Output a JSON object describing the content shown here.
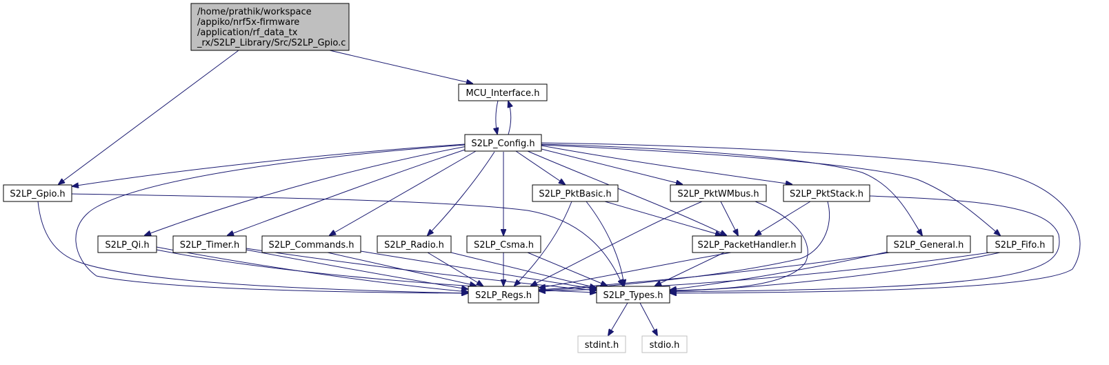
{
  "diagram": {
    "root": {
      "id": "root",
      "lines": [
        "/home/prathik/workspace",
        "/appiko/nrf5x-firmware",
        "/application/rf_data_tx",
        "_rx/S2LP_Library/Src/S2LP_Gpio.c"
      ]
    },
    "nodes": [
      {
        "id": "mcu",
        "label": "MCU_Interface.h"
      },
      {
        "id": "config",
        "label": "S2LP_Config.h"
      },
      {
        "id": "gpio",
        "label": "S2LP_Gpio.h"
      },
      {
        "id": "pktbasic",
        "label": "S2LP_PktBasic.h"
      },
      {
        "id": "pktwmbus",
        "label": "S2LP_PktWMbus.h"
      },
      {
        "id": "pktstack",
        "label": "S2LP_PktStack.h"
      },
      {
        "id": "qi",
        "label": "S2LP_Qi.h"
      },
      {
        "id": "timer",
        "label": "S2LP_Timer.h"
      },
      {
        "id": "commands",
        "label": "S2LP_Commands.h"
      },
      {
        "id": "radio",
        "label": "S2LP_Radio.h"
      },
      {
        "id": "csma",
        "label": "S2LP_Csma.h"
      },
      {
        "id": "packethandler",
        "label": "S2LP_PacketHandler.h"
      },
      {
        "id": "general",
        "label": "S2LP_General.h"
      },
      {
        "id": "fifo",
        "label": "S2LP_Fifo.h"
      },
      {
        "id": "regs",
        "label": "S2LP_Regs.h"
      },
      {
        "id": "types",
        "label": "S2LP_Types.h"
      },
      {
        "id": "stdint",
        "label": "stdint.h"
      },
      {
        "id": "stdio",
        "label": "stdio.h"
      }
    ],
    "edges": [
      [
        "root",
        "mcu"
      ],
      [
        "root",
        "gpio"
      ],
      [
        "mcu",
        "config"
      ],
      [
        "config",
        "mcu"
      ],
      [
        "config",
        "gpio"
      ],
      [
        "config",
        "regs"
      ],
      [
        "config",
        "qi"
      ],
      [
        "config",
        "timer"
      ],
      [
        "config",
        "commands"
      ],
      [
        "config",
        "radio"
      ],
      [
        "config",
        "csma"
      ],
      [
        "config",
        "pktbasic"
      ],
      [
        "config",
        "packethandler"
      ],
      [
        "config",
        "pktwmbus"
      ],
      [
        "config",
        "pktstack"
      ],
      [
        "config",
        "general"
      ],
      [
        "config",
        "fifo"
      ],
      [
        "config",
        "types"
      ],
      [
        "gpio",
        "regs"
      ],
      [
        "gpio",
        "types"
      ],
      [
        "qi",
        "regs"
      ],
      [
        "qi",
        "types"
      ],
      [
        "timer",
        "regs"
      ],
      [
        "timer",
        "types"
      ],
      [
        "commands",
        "regs"
      ],
      [
        "commands",
        "types"
      ],
      [
        "radio",
        "regs"
      ],
      [
        "radio",
        "types"
      ],
      [
        "csma",
        "regs"
      ],
      [
        "csma",
        "types"
      ],
      [
        "pktbasic",
        "regs"
      ],
      [
        "pktbasic",
        "types"
      ],
      [
        "pktbasic",
        "packethandler"
      ],
      [
        "pktwmbus",
        "regs"
      ],
      [
        "pktwmbus",
        "types"
      ],
      [
        "pktwmbus",
        "packethandler"
      ],
      [
        "pktstack",
        "regs"
      ],
      [
        "pktstack",
        "types"
      ],
      [
        "pktstack",
        "packethandler"
      ],
      [
        "packethandler",
        "regs"
      ],
      [
        "packethandler",
        "types"
      ],
      [
        "general",
        "regs"
      ],
      [
        "general",
        "types"
      ],
      [
        "fifo",
        "regs"
      ],
      [
        "fifo",
        "types"
      ],
      [
        "types",
        "stdint"
      ],
      [
        "types",
        "stdio"
      ]
    ]
  }
}
